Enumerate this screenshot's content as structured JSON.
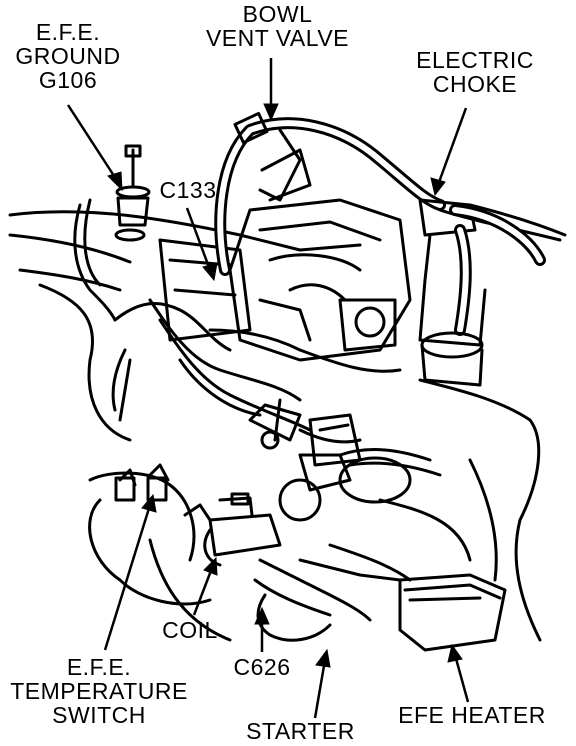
{
  "labels": {
    "efe_ground": [
      "E.F.E.",
      "GROUND",
      "G106"
    ],
    "bowl_vent_valve": [
      "BOWL",
      "VENT VALVE"
    ],
    "electric_choke": [
      "ELECTRIC",
      "CHOKE"
    ],
    "c133": "C133",
    "coil": "COIL",
    "c626": "C626",
    "efe_temperature_switch": [
      "E.F.E.",
      "TEMPERATURE",
      "SWITCH"
    ],
    "starter": "STARTER",
    "efe_heater": "EFE HEATER"
  },
  "colors": {
    "ink": "#000000",
    "paper": "#ffffff"
  }
}
